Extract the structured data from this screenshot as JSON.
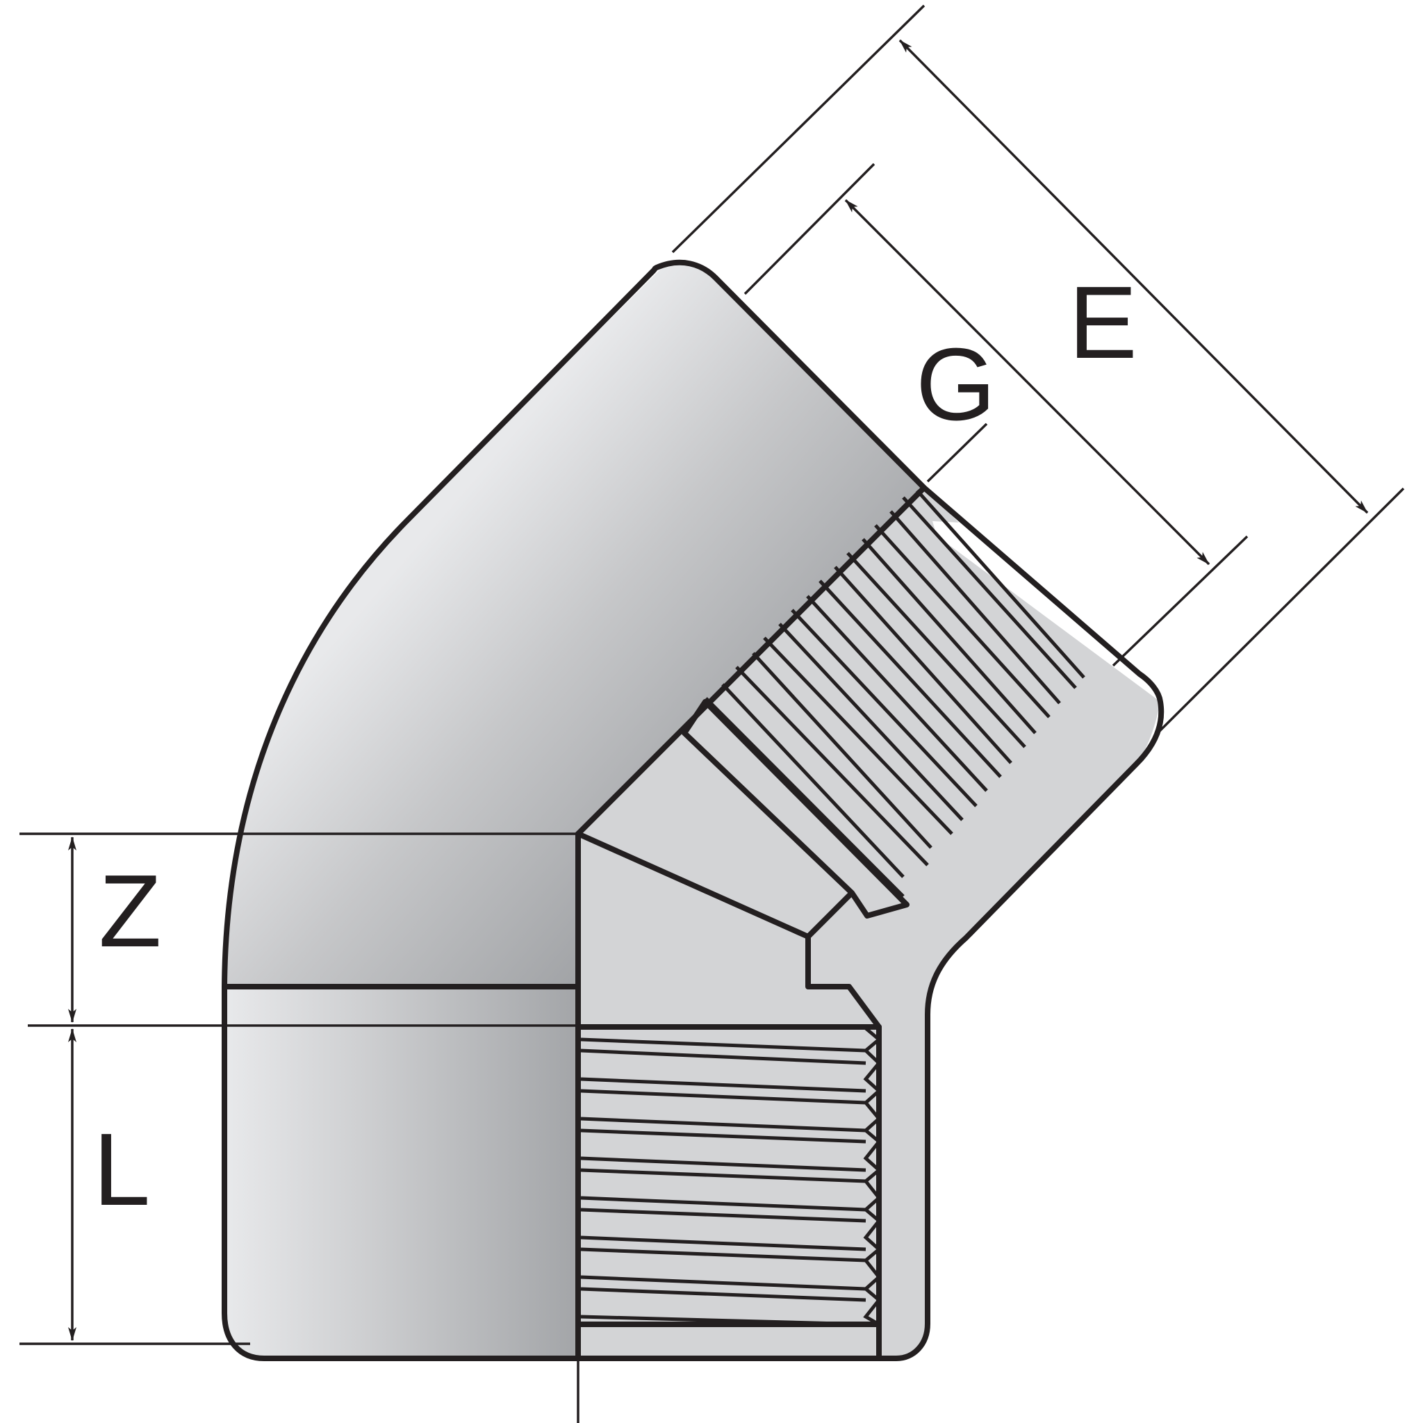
{
  "labels": {
    "e": "E",
    "g": "G",
    "z": "Z",
    "l": "L"
  },
  "colors": {
    "line": "#231f20",
    "section_fill": "#d3d4d6",
    "body_light": "#e8e9eb",
    "body_dark": "#a6a8ab"
  }
}
